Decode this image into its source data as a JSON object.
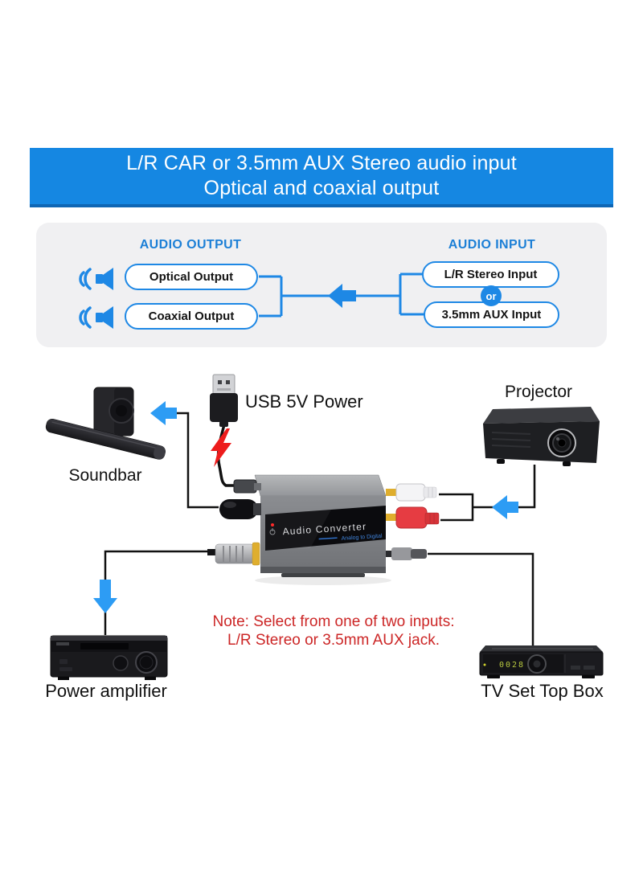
{
  "banner": {
    "line1": "L/R CAR or 3.5mm AUX Stereo audio input",
    "line2": "Optical and coaxial output",
    "bg_color": "#1587e2"
  },
  "panel": {
    "output_header": "AUDIO OUTPUT",
    "input_header": "AUDIO INPUT",
    "outputs": [
      "Optical Output",
      "Coaxial Output"
    ],
    "inputs": [
      "L/R Stereo Input",
      "3.5mm AUX Input"
    ],
    "or_label": "or",
    "accent_color": "#1e88e5",
    "icons": {
      "speaker": "speaker-with-sound-waves-icon",
      "flow_arrow": "arrow-left-icon"
    }
  },
  "diagram": {
    "labels": {
      "soundbar": "Soundbar",
      "usb_power": "USB 5V Power",
      "projector": "Projector",
      "power_amplifier": "Power amplifier",
      "tv_set_top_box": "TV Set Top Box"
    },
    "converter": {
      "title": "Audio Converter",
      "subtitle": "Analog to Digital"
    },
    "tv_display_digits": "0028",
    "note": {
      "line1": "Note: Select from one of two inputs:",
      "line2": "L/R Stereo or 3.5mm AUX jack.",
      "color": "#cc2626"
    },
    "icons": {
      "power_surge": "lightning-bolt-icon",
      "flow_arrows": "arrow-icon"
    },
    "wire_color": "#111111",
    "arrow_color": "#2d9cf4"
  }
}
